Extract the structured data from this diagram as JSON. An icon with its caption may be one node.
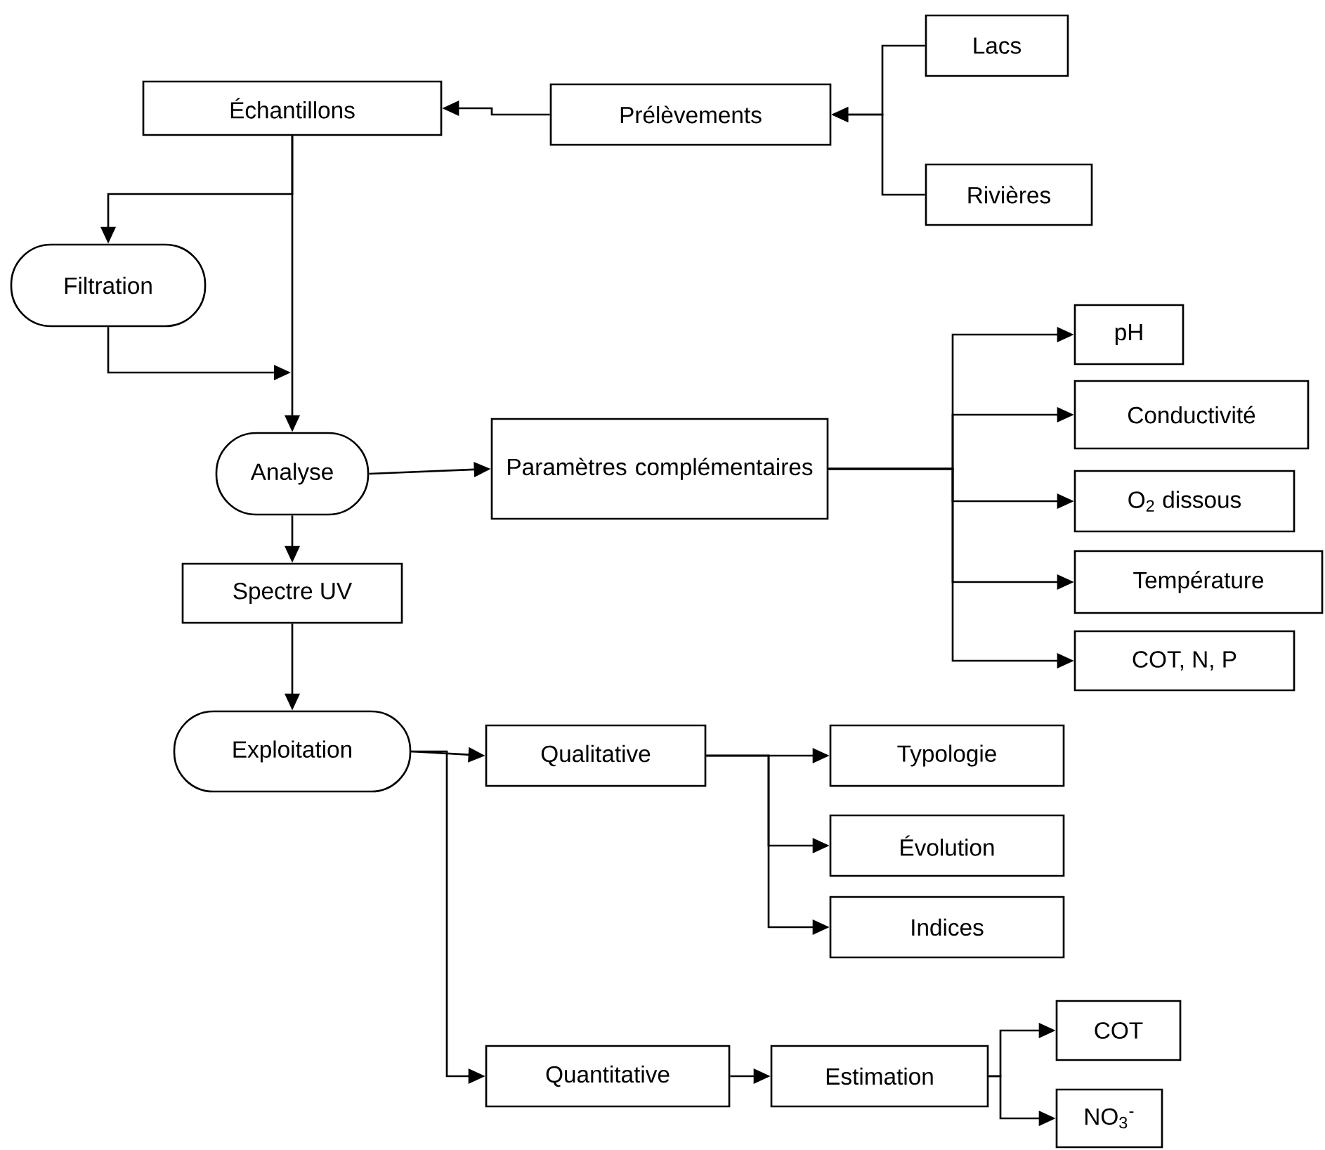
{
  "diagram": {
    "nodes": [
      {
        "text": [
          "Lacs"
        ]
      },
      {
        "text": [
          "Rivières"
        ]
      },
      {
        "text": [
          "Prélèvements"
        ]
      },
      {
        "text": [
          "Échantillons"
        ]
      },
      {
        "text": [
          "Filtration"
        ]
      },
      {
        "text": [
          "Analyse"
        ]
      },
      {
        "text": [
          "Paramètres complémentaires"
        ]
      },
      {
        "text": [
          "pH"
        ]
      },
      {
        "text": [
          "Conductivité"
        ]
      },
      {
        "text": [
          "O$_{2}$ dissous"
        ]
      },
      {
        "text": [
          "Température"
        ]
      },
      {
        "text": [
          "COT, N, P"
        ]
      },
      {
        "text": [
          "Spectre UV"
        ]
      },
      {
        "text": [
          "Exploitation"
        ]
      },
      {
        "text": [
          "Qualitative"
        ]
      },
      {
        "text": [
          "Typologie"
        ]
      },
      {
        "text": [
          "Évolution"
        ]
      },
      {
        "text": [
          "Indices"
        ]
      },
      {
        "text": [
          "Quantitative"
        ]
      },
      {
        "text": [
          "Estimation"
        ]
      },
      {
        "text": [
          "COT"
        ]
      },
      {
        "text": [
          "NO$_{3}$$^{-}$"
        ]
      }
    ],
    "edges": [
      {
        "from": 0,
        "to": 2,
        "arrow": "to"
      },
      {
        "from": 1,
        "to": 2,
        "arrow": "to"
      },
      {
        "from": 2,
        "to": 3,
        "arrow": "to"
      },
      {
        "from": 3,
        "to": 4,
        "arrow": "to"
      },
      {
        "from": 3,
        "to": 5,
        "arrow": "to"
      },
      {
        "from": 4,
        "to": 5,
        "arrow": "to"
      },
      {
        "from": 5,
        "to": 6,
        "arrow": "to"
      },
      {
        "from": 6,
        "to": 7,
        "arrow": "to"
      },
      {
        "from": 6,
        "to": 8,
        "arrow": "to"
      },
      {
        "from": 6,
        "to": 9,
        "arrow": "to"
      },
      {
        "from": 6,
        "to": 10,
        "arrow": "to"
      },
      {
        "from": 6,
        "to": 11,
        "arrow": "to"
      },
      {
        "from": 5,
        "to": 12,
        "arrow": "to"
      },
      {
        "from": 12,
        "to": 13,
        "arrow": "to"
      },
      {
        "from": 13,
        "to": 14,
        "arrow": "to"
      },
      {
        "from": 13,
        "to": 18,
        "arrow": "to"
      },
      {
        "from": 14,
        "to": 15,
        "arrow": "to"
      },
      {
        "from": 14,
        "to": 16,
        "arrow": "to"
      },
      {
        "from": 14,
        "to": 17,
        "arrow": "to"
      },
      {
        "from": 18,
        "to": 19,
        "arrow": "to"
      },
      {
        "from": 19,
        "to": 20,
        "arrow": "to"
      },
      {
        "from": 19,
        "to": 21,
        "arrow": "to"
      }
    ]
  }
}
